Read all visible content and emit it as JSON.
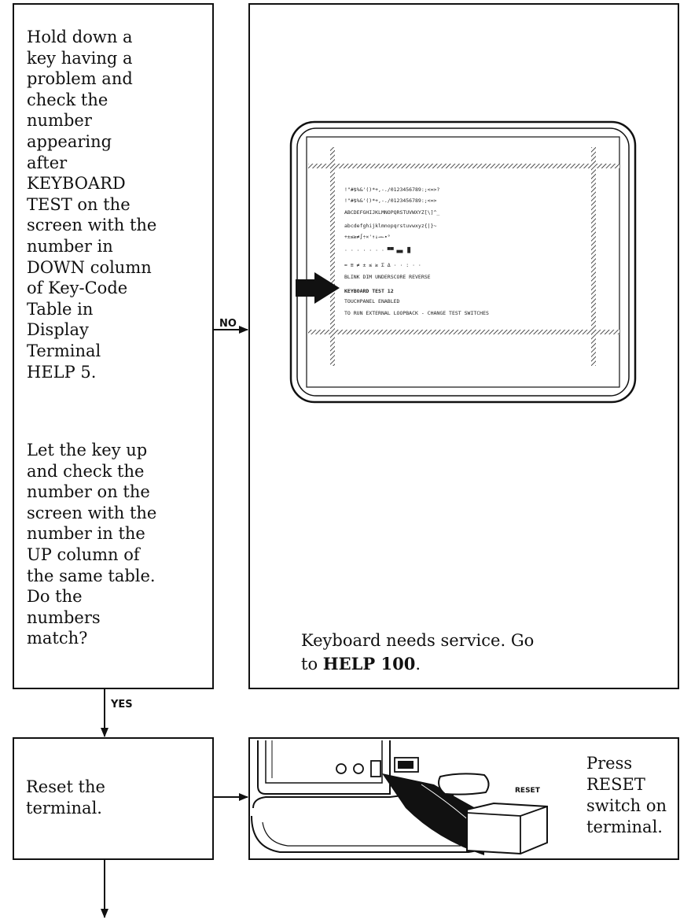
{
  "question": {
    "text": "Hold down a\nkey having a\nproblem and\ncheck the\nnumber\nappearing\nafter\nKEYBOARD\nTEST on the\nscreen with the\nnumber in\nDOWN column\nof Key-Code\nTable in\nDisplay\nTerminal\nHELP 5.",
    "text2": "Let the key up\nand check the\nnumber on the\nscreen with the\nnumber in the\nUP column of\nthe same table.\nDo the\nnumbers\nmatch?"
  },
  "no_label": "NO",
  "yes_label": "YES",
  "service": {
    "line1": "Keyboard needs service. Go",
    "line2_prefix": "to ",
    "line2_bold": "HELP 100",
    "line2_suffix": "."
  },
  "screen": {
    "rows": [
      "!\"#$%&'()*+,-./0123456789:;<=>?",
      "!\"#$%&'()*+,-./0123456789:;<=>",
      "ABCDEFGHIJKLMNOPQRSTUVWXYZ[\\]^_",
      "abcdefghijklmnopqrstuvwxyz{|}~",
      "+±≤≥≠∫÷×'↑↓→←∙°",
      "· · · · · · · ▀▀ ▄▄ ▐▌",
      "≈ ≡ ≠ ± ≤ ≥ Σ Δ · · :  · ·",
      "BLINK DIM UNDERSCORE REVERSE",
      "KEYBOARD TEST  12",
      "TOUCHPANEL ENABLED",
      "TO RUN EXTERNAL LOOPBACK - CHANGE TEST SWITCHES"
    ],
    "keyboard_row_index": 8
  },
  "reset": {
    "text": "Reset the\nterminal.",
    "switch_label": "RESET",
    "press_text": "Press\nRESET\nswitch on\nterminal."
  }
}
